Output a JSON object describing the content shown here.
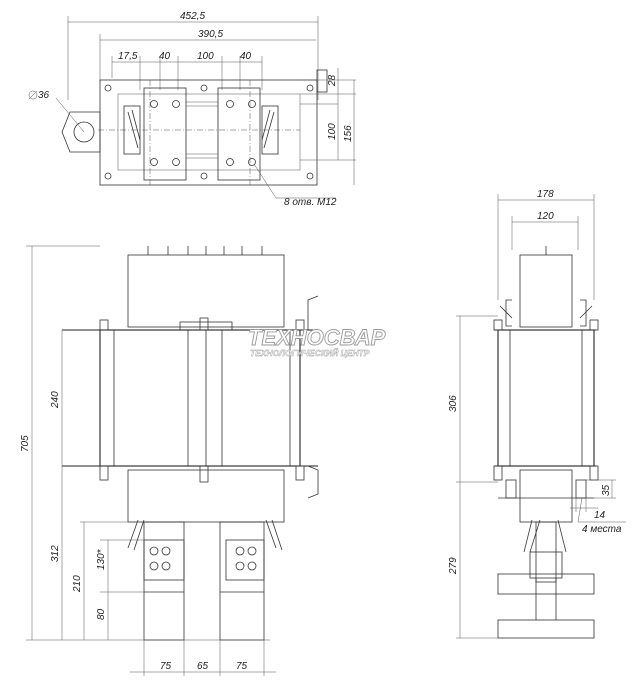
{
  "top_view": {
    "dims": {
      "overall_width": "452,5",
      "inner_width": "390,5",
      "edge_offset": "17,5",
      "hole_pitch_left": "40",
      "hole_gap_center": "100",
      "hole_pitch_right": "40",
      "pipe_diameter": "36",
      "top_offset": "28",
      "hole_spacing_vertical": "100",
      "base_depth": "156"
    },
    "note_holes": "8 отв. М12"
  },
  "front_view": {
    "dims": {
      "total_height": "705",
      "core_height": "240",
      "lower_height": "312",
      "terminal_height": "210",
      "angle_dim": "130*",
      "bottom_offset": "80",
      "width_left": "75",
      "width_center": "65",
      "width_right": "75"
    }
  },
  "side_view": {
    "dims": {
      "overall_width": "178",
      "inner_width": "120",
      "core_height": "306",
      "foot_height": "35",
      "foot_offset": "14",
      "mount_count": "4 места",
      "base_height": "279"
    }
  },
  "watermark": {
    "brand": "ТЕХНОСВАР",
    "subtitle": "ТЕХНОЛОГИЧЕСКИЙ ЦЕНТР"
  }
}
